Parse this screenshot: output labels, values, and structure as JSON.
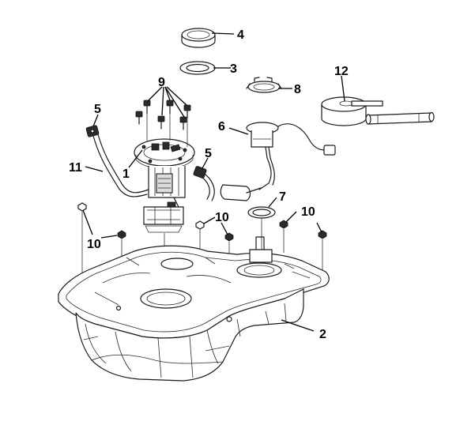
{
  "diagram": {
    "callouts": [
      {
        "id": "c1",
        "label": "1"
      },
      {
        "id": "c2",
        "label": "2"
      },
      {
        "id": "c3",
        "label": "3"
      },
      {
        "id": "c4",
        "label": "4"
      },
      {
        "id": "c5a",
        "label": "5"
      },
      {
        "id": "c5b",
        "label": "5"
      },
      {
        "id": "c6",
        "label": "6"
      },
      {
        "id": "c7",
        "label": "7"
      },
      {
        "id": "c8",
        "label": "8"
      },
      {
        "id": "c9",
        "label": "9"
      },
      {
        "id": "c10a",
        "label": "10"
      },
      {
        "id": "c10b",
        "label": "10"
      },
      {
        "id": "c10c",
        "label": "10"
      },
      {
        "id": "c11",
        "label": "11"
      },
      {
        "id": "c12",
        "label": "12"
      }
    ]
  }
}
